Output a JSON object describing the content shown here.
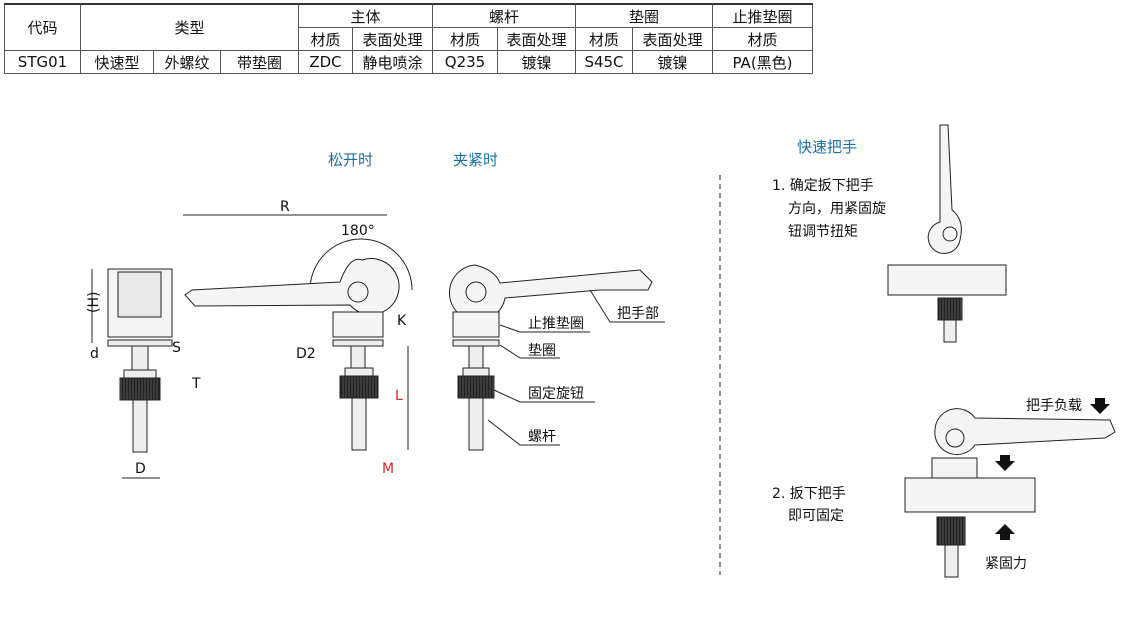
{
  "table": {
    "h_code": "代码",
    "h_type": "类型",
    "h_body": "主体",
    "h_bolt": "螺杆",
    "h_washer": "垫圈",
    "h_thrust": "止推垫圈",
    "material": "材质",
    "surface": "表面处理",
    "row": {
      "code": "STG01",
      "t1": "快速型",
      "t2": "外螺纹",
      "t3": "带垫圈",
      "body_mat": "ZDC",
      "body_surf": "静电喷涂",
      "bolt_mat": "Q235",
      "bolt_surf": "镀镍",
      "washer_mat": "S45C",
      "washer_surf": "镀镍",
      "thrust_mat": "PA(黑色)"
    }
  },
  "diagram": {
    "released": "松开时",
    "clamped": "夹紧时",
    "dims": {
      "R": "R",
      "angle": "180°",
      "H": "(H)",
      "d": "d",
      "S": "S",
      "T": "T",
      "D": "D",
      "D2": "D2",
      "K": "K",
      "L": "L",
      "M": "M"
    },
    "parts": {
      "handle": "把手部",
      "thrust_washer": "止推垫圈",
      "washer": "垫圈",
      "knob": "固定旋钮",
      "bolt": "螺杆"
    }
  },
  "usage": {
    "title": "快速把手",
    "step1": [
      "1. 确定扳下把手",
      "方向，用紧固旋",
      "钮调节扭矩"
    ],
    "load": "把手负载",
    "step2": [
      "2. 扳下把手",
      "即可固定"
    ],
    "force": "紧固力"
  },
  "colors": {
    "accent": "#1a6fa8",
    "dim_red": "#d22"
  }
}
